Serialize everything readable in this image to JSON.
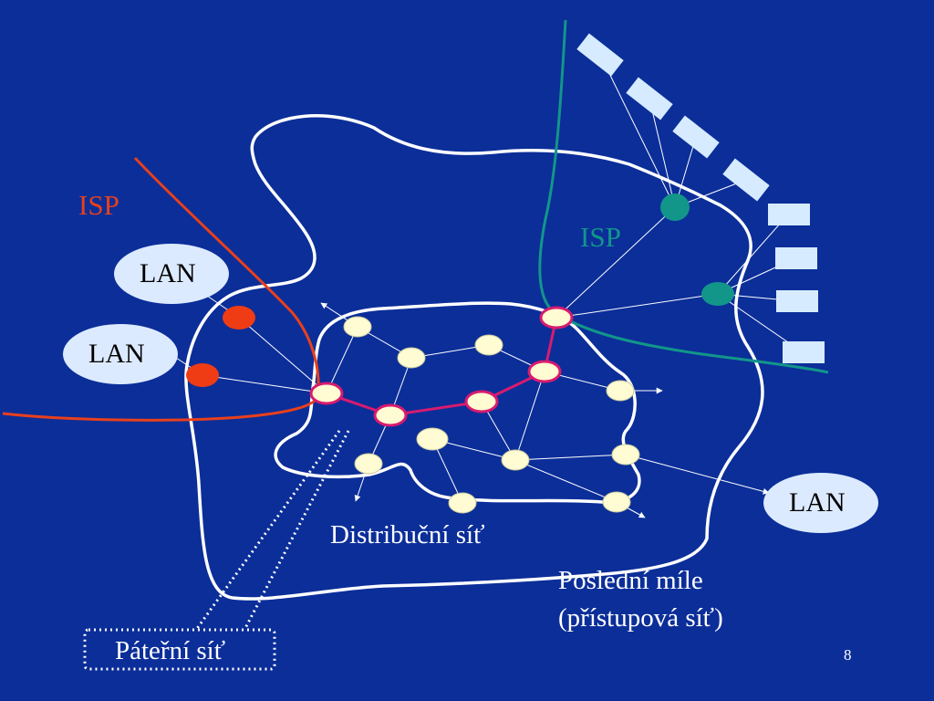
{
  "slide": {
    "page_number": "8",
    "background": "#0b2e99"
  },
  "labels": {
    "isp_left": "ISP",
    "isp_right": "ISP",
    "lan_top_left": "LAN",
    "lan_left": "LAN",
    "lan_right": "LAN",
    "distribution_network": "Distribuční síť",
    "last_mile_line1": "Poslední míle",
    "last_mile_line2": "(přístupová síť)",
    "backbone_network": "Páteřní síť"
  },
  "colors": {
    "isp_left": "#e8401c",
    "isp_right": "#12968a",
    "backbone_link": "#d81b6f",
    "node_fill": "#fffbd2",
    "lan_fill": "#dceaff",
    "terminal_fill": "#d6ebff",
    "outline": "#ffffff"
  }
}
